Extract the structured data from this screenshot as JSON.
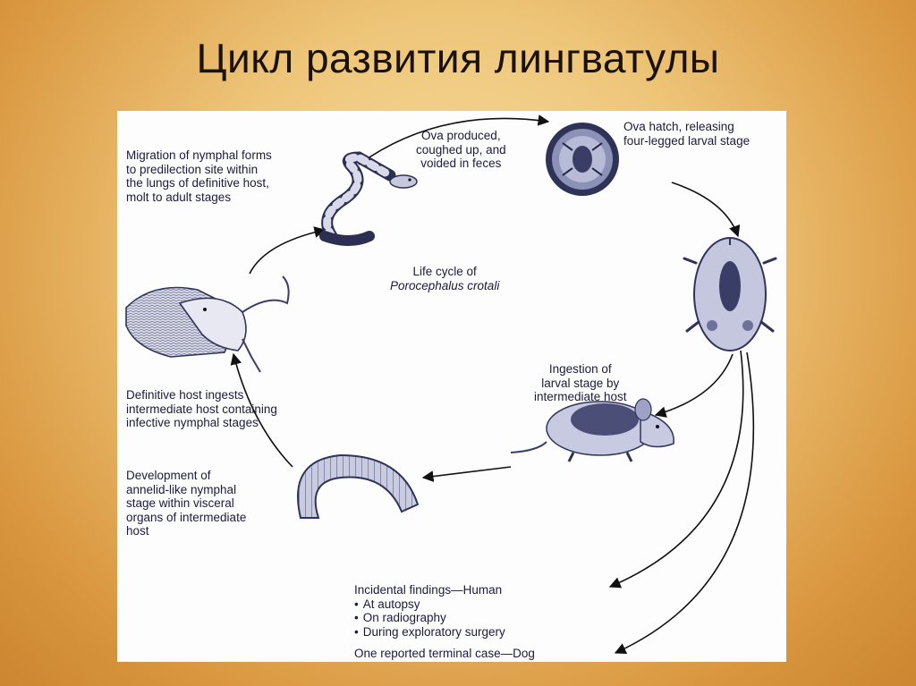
{
  "slide": {
    "title": "Цикл развития лингватулы"
  },
  "diagram": {
    "center": {
      "line1": "Life cycle of",
      "line2": "Porocephalus crotali"
    },
    "stages": {
      "ova_produced": [
        "Ova produced,",
        "coughed up, and",
        "voided in feces"
      ],
      "ova_hatch": [
        "Ova hatch, releasing",
        "four-legged larval stage"
      ],
      "migration": [
        "Migration of nymphal forms",
        "to predilection site within",
        "the lungs of definitive host,",
        "molt to adult stages"
      ],
      "ingestion": [
        "Ingestion of",
        "larval stage by",
        "intermediate host"
      ],
      "definitive_host": [
        "Definitive host ingests",
        "intermediate host containing",
        "infective nymphal stages"
      ],
      "development": [
        "Development of",
        "annelid-like nymphal",
        "stage within visceral",
        "organs of intermediate",
        "host"
      ]
    },
    "incidental": {
      "title": "Incidental findings—Human",
      "items": [
        "At autopsy",
        "On radiography",
        "During exploratory surgery"
      ],
      "terminal": "One reported terminal case—Dog"
    },
    "icons": [
      "snake-icon",
      "ova-icon",
      "larva-icon",
      "mouse-icon",
      "nymph-icon",
      "rattlesnake-eating-icon"
    ]
  }
}
